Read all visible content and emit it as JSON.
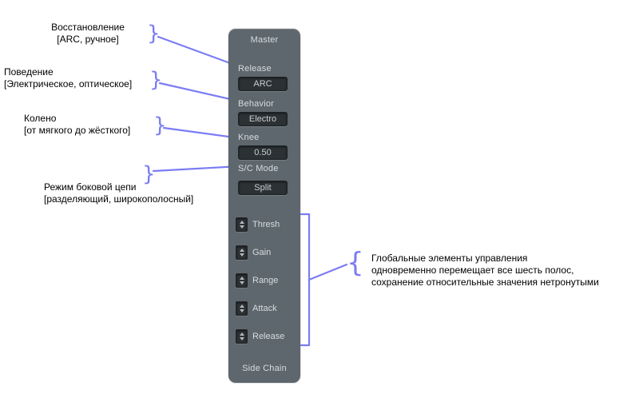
{
  "panel": {
    "title": "Master",
    "footer": "Side Chain",
    "controls": [
      {
        "label": "Release",
        "value": "ARC"
      },
      {
        "label": "Behavior",
        "value": "Electro"
      },
      {
        "label": "Knee",
        "value": "0.50"
      },
      {
        "label": "S/C Mode",
        "value": "Split"
      }
    ],
    "steppers": [
      {
        "label": "Thresh"
      },
      {
        "label": "Gain"
      },
      {
        "label": "Range"
      },
      {
        "label": "Attack"
      },
      {
        "label": "Release"
      }
    ]
  },
  "annotations": {
    "left": [
      {
        "line1": "Восстановление",
        "line2": "[ARC, ручное]"
      },
      {
        "line1": "Поведение",
        "line2": "[Электрическое, оптическое]"
      },
      {
        "line1": "Колено",
        "line2": "[от мягкого до жёсткого]"
      },
      {
        "line1": "Режим боковой цепи",
        "line2": "[разделяющий, широкополосный]"
      }
    ],
    "right": {
      "line1": "Глобальные элементы управления",
      "line2": "одновременно перемещает все шесть полос,",
      "line3": "сохранение относительные значения нетронутыми"
    }
  },
  "glyphs": {
    "brace_right": "}",
    "brace_left": "{"
  },
  "colors": {
    "callout": "#7b7cf3",
    "panel_bg": "#5e676d",
    "button_bg": "#2c3134",
    "panel_text": "#d6dce0",
    "annotation_text": "#000000"
  }
}
